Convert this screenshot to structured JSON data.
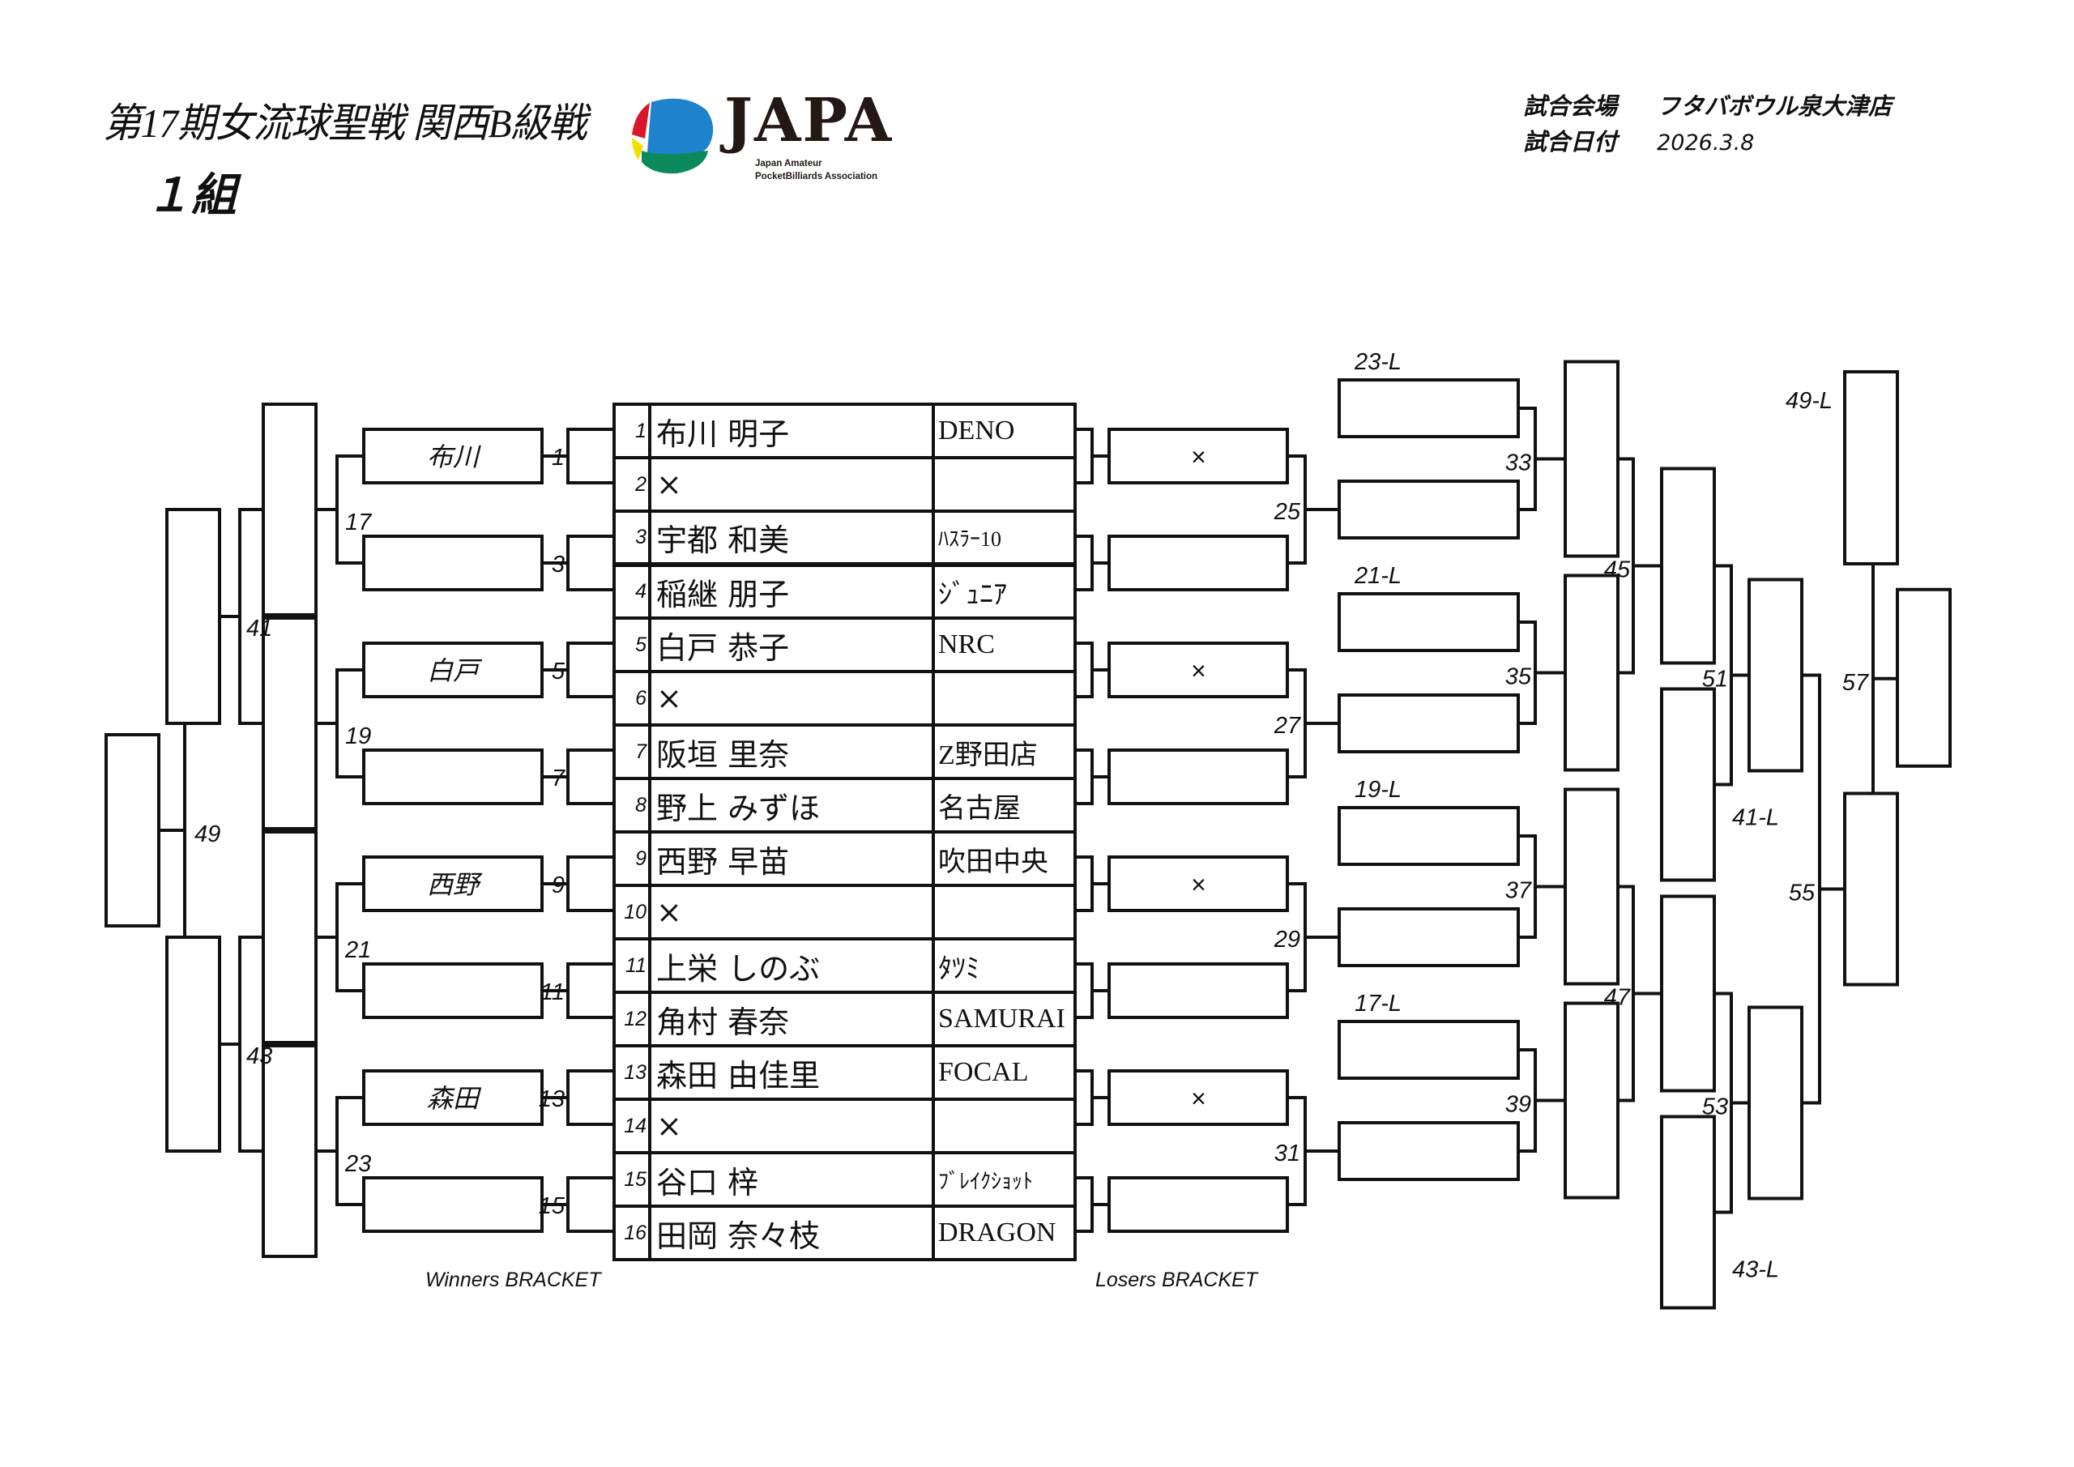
{
  "header": {
    "title": "第17期女流球聖戦 関西B級戦",
    "group": "１組",
    "venue_label": "試合会場",
    "venue": "フタバボウル泉大津店",
    "date_label": "試合日付",
    "date": "2026.3.8"
  },
  "logo": {
    "wordmark": "JAPA",
    "line1": "Japan Amateur",
    "line2": "PocketBilliards Association",
    "colors": {
      "red": "#d7182a",
      "blue": "#1e82cc",
      "yellow": "#f2e100",
      "green": "#0a8a5a",
      "ink": "#231815"
    }
  },
  "players": [
    {
      "no": "1",
      "name": "布川 明子",
      "club": "DENO"
    },
    {
      "no": "2",
      "name": "×",
      "club": ""
    },
    {
      "no": "3",
      "name": "宇都 和美",
      "club": "ﾊｽﾗｰ10"
    },
    {
      "no": "4",
      "name": "稲継 朋子",
      "club": "ｼﾞｭﾆｱ"
    },
    {
      "no": "5",
      "name": "白戸 恭子",
      "club": "NRC"
    },
    {
      "no": "6",
      "name": "×",
      "club": ""
    },
    {
      "no": "7",
      "name": "阪垣 里奈",
      "club": "Z野田店"
    },
    {
      "no": "8",
      "name": "野上 みずほ",
      "club": "名古屋"
    },
    {
      "no": "9",
      "name": "西野 早苗",
      "club": "吹田中央"
    },
    {
      "no": "10",
      "name": "×",
      "club": ""
    },
    {
      "no": "11",
      "name": "上栄 しのぶ",
      "club": "ﾀﾂﾐ"
    },
    {
      "no": "12",
      "name": "角村 春奈",
      "club": "SAMURAI"
    },
    {
      "no": "13",
      "name": "森田 由佳里",
      "club": "FOCAL"
    },
    {
      "no": "14",
      "name": "×",
      "club": ""
    },
    {
      "no": "15",
      "name": "谷口 梓",
      "club": "ﾌﾞﾚｲｸｼｮｯﾄ"
    },
    {
      "no": "16",
      "name": "田岡 奈々枝",
      "club": "DRAGON"
    }
  ],
  "winners": {
    "label": "Winners BRACKET",
    "round1": [
      {
        "match": "1",
        "winner": "布川"
      },
      {
        "match": "3",
        "winner": ""
      },
      {
        "match": "5",
        "winner": "白戸"
      },
      {
        "match": "7",
        "winner": ""
      },
      {
        "match": "9",
        "winner": "西野"
      },
      {
        "match": "11",
        "winner": ""
      },
      {
        "match": "13",
        "winner": "森田"
      },
      {
        "match": "15",
        "winner": ""
      }
    ],
    "round2": [
      "17",
      "19",
      "21",
      "23"
    ],
    "round3": [
      "41",
      "43"
    ],
    "final": "49"
  },
  "losers": {
    "label": "Losers BRACKET",
    "round1": [
      {
        "slot": "1-2",
        "entry": "×"
      },
      {
        "slot": "3-4",
        "entry": ""
      },
      {
        "slot": "5-6",
        "entry": "×"
      },
      {
        "slot": "7-8",
        "entry": ""
      },
      {
        "slot": "9-10",
        "entry": "×"
      },
      {
        "slot": "11-12",
        "entry": ""
      },
      {
        "slot": "13-14",
        "entry": "×"
      },
      {
        "slot": "15-16",
        "entry": ""
      }
    ],
    "round2": [
      "25",
      "27",
      "29",
      "31"
    ],
    "dropins_r3": [
      "23-L",
      "21-L",
      "19-L",
      "17-L"
    ],
    "round3": [
      "33",
      "35",
      "37",
      "39"
    ],
    "round4": [
      "45",
      "47"
    ],
    "dropins_r5": [
      "41-L",
      "43-L"
    ],
    "round5": [
      "51",
      "53"
    ],
    "round6": "55",
    "dropin_final": "49-L",
    "final": "57"
  }
}
